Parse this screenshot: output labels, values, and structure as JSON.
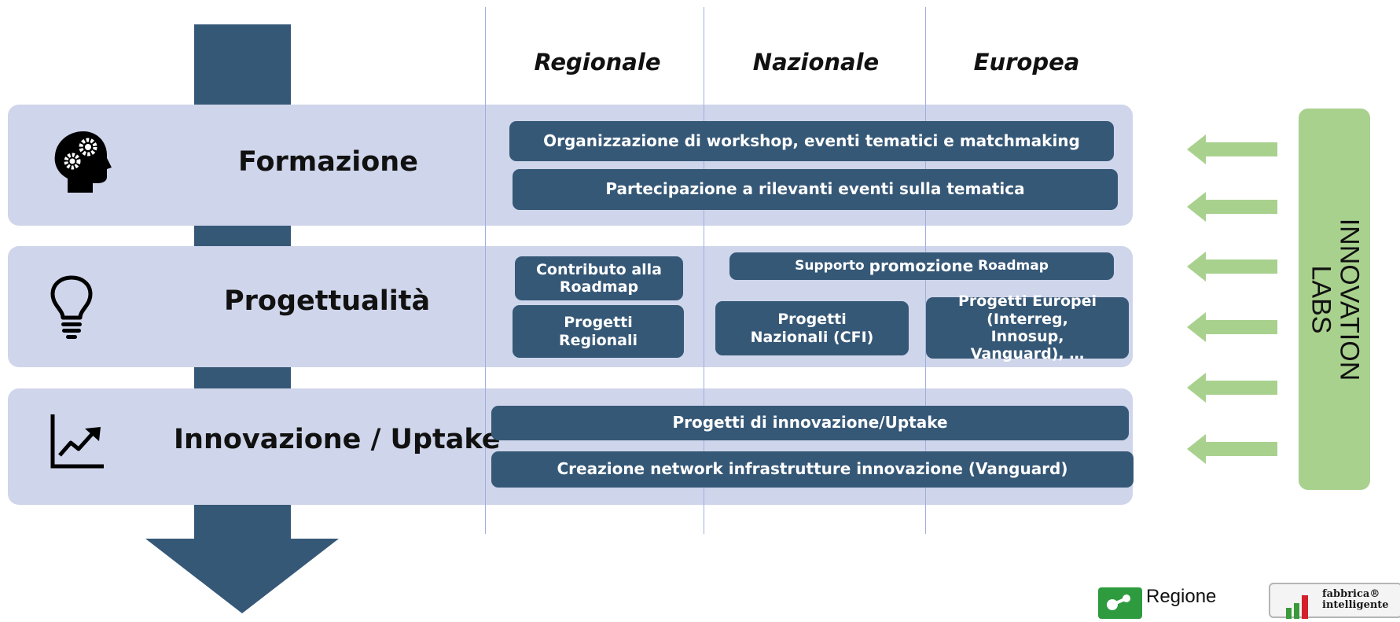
{
  "columns": [
    "Regionale",
    "Nazionale",
    "Europea"
  ],
  "rows": {
    "formazione": {
      "label": "Formazione",
      "icon": "head-gears-icon"
    },
    "progettualita": {
      "label": "Progettualità",
      "icon": "lightbulb-icon"
    },
    "innovazione": {
      "label": "Innovazione / Uptake",
      "icon": "trend-chart-icon"
    }
  },
  "boxes": {
    "workshop": "Organizzazione di workshop, eventi tematici e matchmaking",
    "partecipazione": "Partecipazione a rilevanti eventi sulla tematica",
    "contributo": "Contributo alla Roadmap",
    "progetti_regionali": "Progetti Regionali",
    "supporto_small_1": "Supporto",
    "supporto_large": "promozione",
    "supporto_small_2": "Roadmap",
    "progetti_nazionali": "Progetti Nazionali (CFI)",
    "progetti_europei": "Progetti Europei (Interreg, Innosup, Vanguard), …",
    "innovazione_uptake": "Progetti di innovazione/Uptake",
    "network": "Creazione network infrastrutture innovazione (Vanguard)"
  },
  "side_panel": {
    "label": "INNOVATION\nLABS"
  },
  "logos": {
    "regione": "Regione",
    "fabbrica_line1": "fabbrica",
    "fabbrica_line2": "intelligente"
  },
  "colors": {
    "band": "#cfd5ea",
    "box": "#365877",
    "arrow": "#365877",
    "side_panel": "#a9d18e",
    "side_arrows": "#a9d18e",
    "grid_line": "#9eb0e0"
  }
}
